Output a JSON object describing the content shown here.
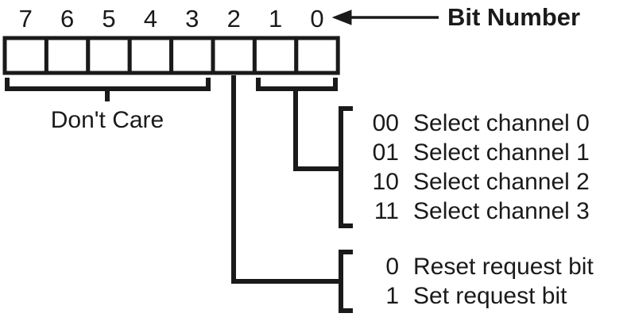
{
  "diagram": {
    "title": "Bit Number",
    "arrow_icon": "left-arrow-icon",
    "bit_numbers": [
      "7",
      "6",
      "5",
      "4",
      "3",
      "2",
      "1",
      "0"
    ],
    "cells": [
      {
        "bit": "7",
        "value": ""
      },
      {
        "bit": "6",
        "value": ""
      },
      {
        "bit": "5",
        "value": ""
      },
      {
        "bit": "4",
        "value": ""
      },
      {
        "bit": "3",
        "value": ""
      },
      {
        "bit": "2",
        "value": ""
      },
      {
        "bit": "1",
        "value": ""
      },
      {
        "bit": "0",
        "value": ""
      }
    ],
    "groups": [
      {
        "name": "dont-care",
        "caption": "Don't Care",
        "bits": [
          "7",
          "6",
          "5",
          "4",
          "3"
        ]
      },
      {
        "name": "channel-select",
        "caption": "",
        "bits": [
          "1",
          "0"
        ]
      },
      {
        "name": "request-bit",
        "caption": "",
        "bits": [
          "2"
        ]
      }
    ],
    "channel_legend": [
      {
        "code": "00",
        "description": "Select channel 0"
      },
      {
        "code": "01",
        "description": "Select channel 1"
      },
      {
        "code": "10",
        "description": "Select channel 2"
      },
      {
        "code": "11",
        "description": "Select channel 3"
      }
    ],
    "request_legend": [
      {
        "code": "0",
        "description": "Reset request bit"
      },
      {
        "code": "1",
        "description": "Set request bit"
      }
    ],
    "colors": {
      "ink": "#1a1a1a",
      "background": "#ffffff"
    }
  }
}
